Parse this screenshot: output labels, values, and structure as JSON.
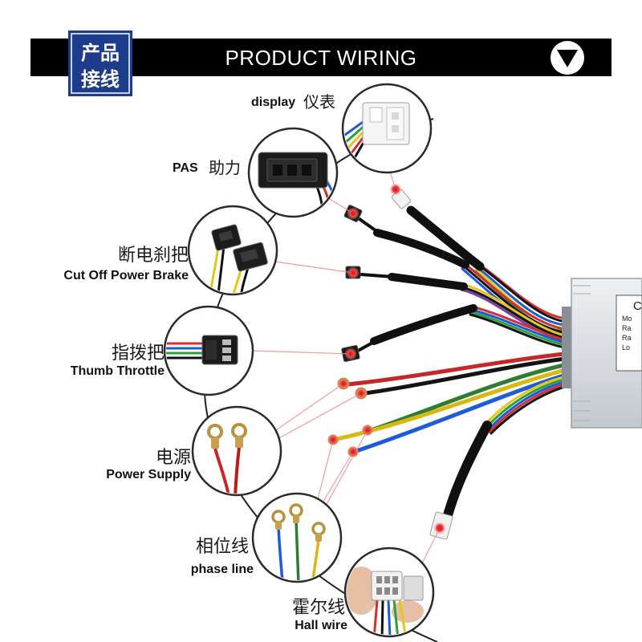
{
  "header": {
    "badge_line1": "产品",
    "badge_line2": "接线",
    "title": "PRODUCT WIRING",
    "toggle_icon": "down-triangle-icon"
  },
  "labels": {
    "display": {
      "en": "display",
      "zh": "仪表"
    },
    "pas": {
      "en": "PAS",
      "zh": "助力"
    },
    "brake": {
      "zh": "断电刹把",
      "en": "Cut Off Power Brake"
    },
    "throttle": {
      "zh": "指拨把",
      "en": "Thumb Throttle"
    },
    "power": {
      "zh": "电源",
      "en": "Power Supply"
    },
    "phase": {
      "zh": "相位线",
      "en": "phase line"
    },
    "hall": {
      "zh": "霍尔线",
      "en": "Hall wire"
    }
  },
  "controller": {
    "label_lines": [
      "C",
      "Mo",
      "Ra",
      "Ra",
      "Lo"
    ]
  },
  "colors": {
    "header_bar": "#000000",
    "badge": "#1d3c8c",
    "marker": "#e02424",
    "leader_line": "#f08a8a"
  }
}
